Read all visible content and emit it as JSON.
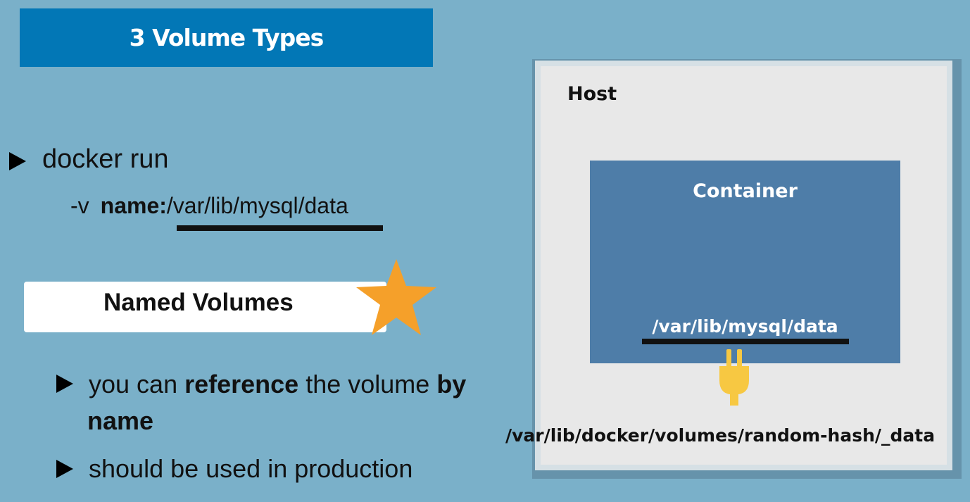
{
  "title": "3 Volume Types",
  "command": {
    "main": "docker run",
    "option": "-v",
    "name_part": "name:",
    "path_part": "/var/lib/mysql/data"
  },
  "named_volumes_label": "Named Volumes",
  "bullets": [
    {
      "pre": "you can ",
      "bold1": "reference",
      "mid": " the volume ",
      "bold2": "by",
      "line2": "name"
    },
    {
      "text": "should be used in production"
    }
  ],
  "diagram": {
    "host_label": "Host",
    "container_label": "Container",
    "container_path": "/var/lib/mysql/data",
    "host_path": "/var/lib/docker/volumes/random-hash/_data"
  },
  "colors": {
    "background": "#7ab0c9",
    "title_bar": "#0277b6",
    "container": "#4e7da8",
    "star": "#f5a02a",
    "plug": "#f7c842"
  }
}
